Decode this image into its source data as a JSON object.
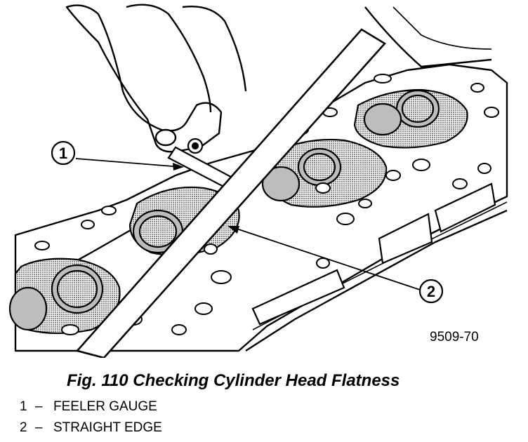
{
  "figure": {
    "caption": "Fig. 110 Checking Cylinder Head Flatness",
    "figure_id": "9509-70"
  },
  "callouts": [
    {
      "number": "1",
      "label": "FEELER GAUGE"
    },
    {
      "number": "2",
      "label": "STRAIGHT EDGE"
    }
  ],
  "legend": {
    "separator": "–"
  },
  "colors": {
    "ink": "#000000",
    "shade": "#9a9a9a",
    "paper": "#ffffff"
  }
}
